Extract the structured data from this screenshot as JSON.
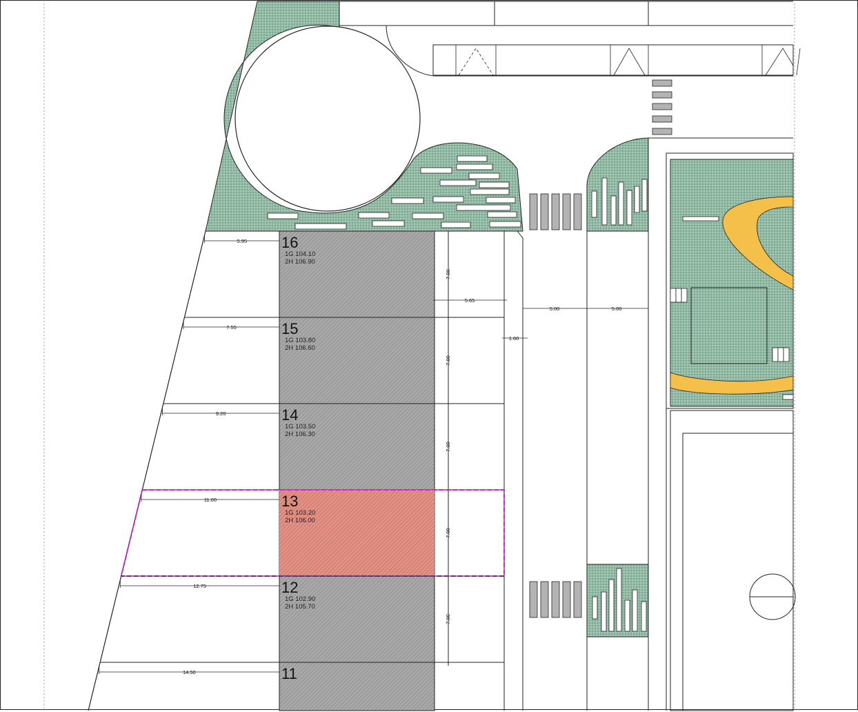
{
  "colors": {
    "landscape": "#8fb9a2",
    "building_hatch": "#a6a6a6",
    "selected_fill": "#e08a7f",
    "selection_outline": "#d61fd6",
    "pond_accent": "#f5c04a",
    "crosswalk": "#b3b3b3"
  },
  "lots": [
    {
      "number": "16",
      "level_1g": "1G 104.10",
      "level_2h": "2H 106.90",
      "setback": "5.95",
      "depth": "7.00"
    },
    {
      "number": "15",
      "level_1g": "1G 103.80",
      "level_2h": "2H 106.60",
      "setback": "7.55",
      "depth": "7.00"
    },
    {
      "number": "14",
      "level_1g": "1G 103.50",
      "level_2h": "2H 106.30",
      "setback": "9.20",
      "depth": "7.00"
    },
    {
      "number": "13",
      "level_1g": "1G 103.20",
      "level_2h": "2H 106.00",
      "setback": "11.00",
      "depth": "7.00",
      "selected": true
    },
    {
      "number": "12",
      "level_1g": "1G 102.90",
      "level_2h": "2H 105.70",
      "setback": "12.75",
      "depth": "7.00"
    },
    {
      "number": "11",
      "level_1g": "",
      "level_2h": "",
      "setback": "14.50",
      "depth": ""
    }
  ],
  "dimensions": {
    "frontage_width": "5.65",
    "sidewalk_width": "1.60",
    "lane_1_width": "5.00",
    "lane_2_width": "5.00"
  }
}
